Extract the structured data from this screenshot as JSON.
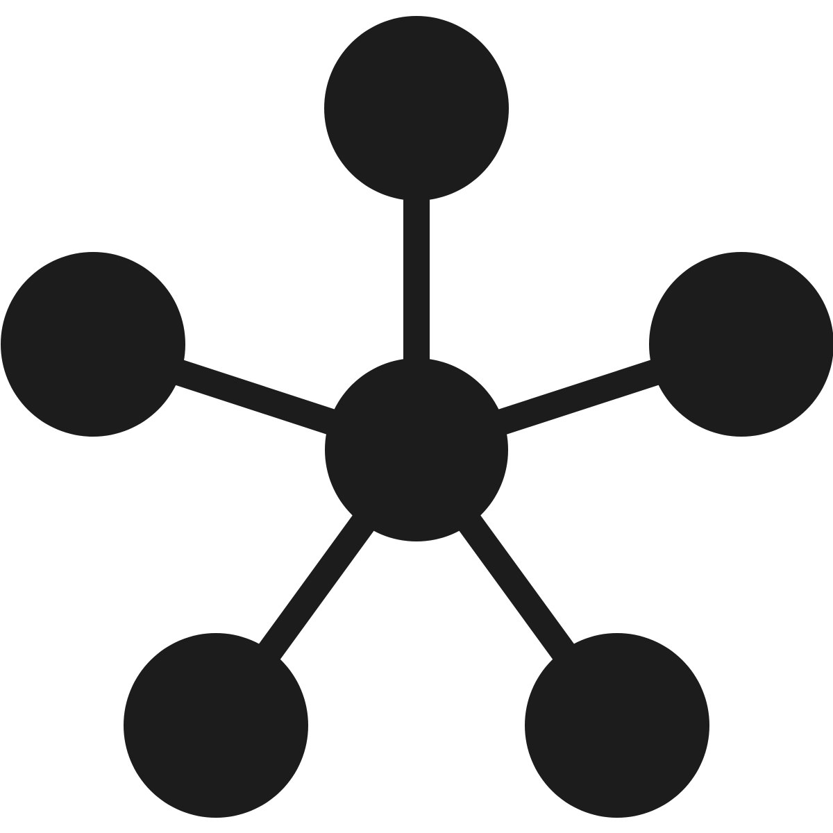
{
  "icon": {
    "name": "hub-network-icon",
    "description_shown": "",
    "color": "#1c1c1c",
    "background": "#ffffff",
    "center_node": "hub",
    "outer_nodes": [
      "top",
      "upper-right",
      "lower-right",
      "lower-left",
      "upper-left"
    ]
  }
}
